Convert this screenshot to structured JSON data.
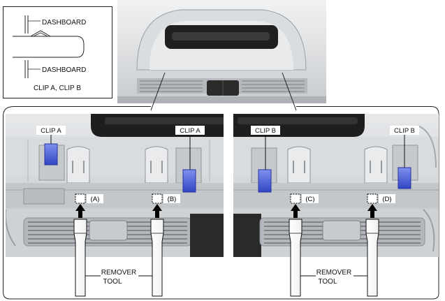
{
  "inset": {
    "top_label": "DASHBOARD",
    "bottom_label": "DASHBOARD",
    "caption": "CLIP A, CLIP B"
  },
  "left_panel": {
    "clip_left": "CLIP A",
    "clip_right": "CLIP A",
    "point_1": "(A)",
    "point_2": "(B)",
    "tool_label_1": "REMOVER",
    "tool_label_2": "TOOL"
  },
  "right_panel": {
    "clip_left": "CLIP B",
    "clip_right": "CLIP B",
    "point_1": "(C)",
    "point_2": "(D)",
    "tool_label_1": "REMOVER",
    "tool_label_2": "TOOL"
  },
  "colors": {
    "clip": "#4a5ed8",
    "metal": "#cfd2d6",
    "dark": "#1c1c1c",
    "line": "#222222"
  }
}
